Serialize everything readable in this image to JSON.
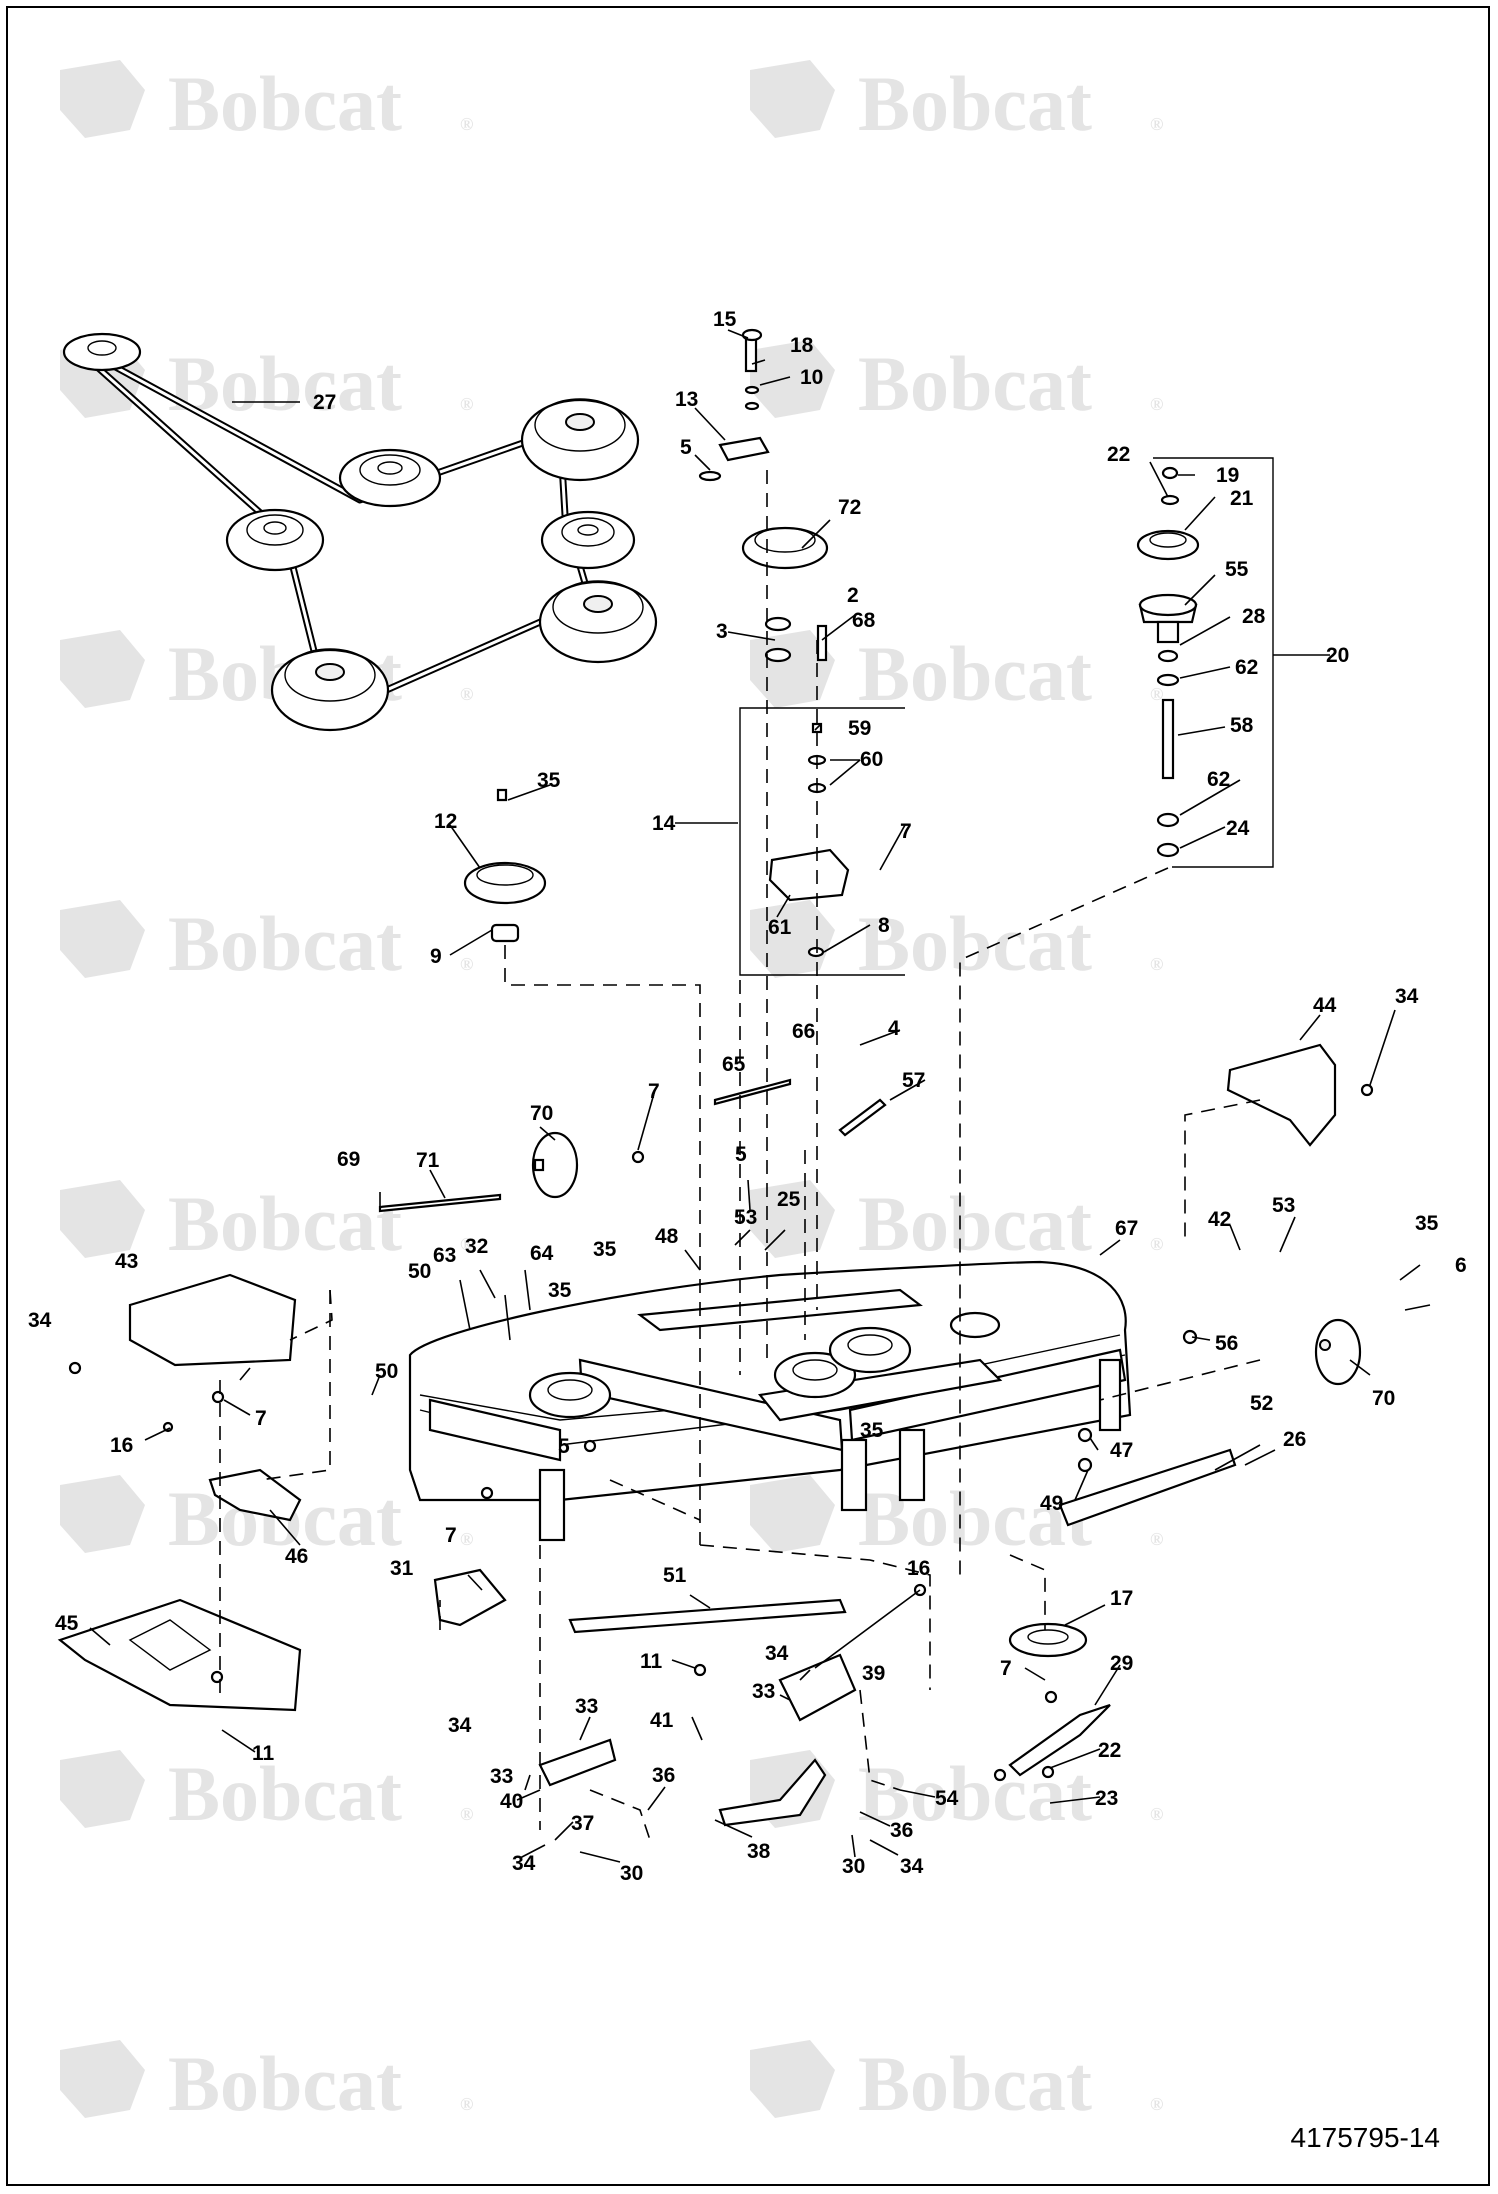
{
  "brand": {
    "watermark": "Bobcat",
    "reg_mark": "®"
  },
  "document_number": "4175795-14",
  "callouts": [
    {
      "id": "c27",
      "text": "27"
    },
    {
      "id": "c15",
      "text": "15"
    },
    {
      "id": "c18",
      "text": "18"
    },
    {
      "id": "c10",
      "text": "10"
    },
    {
      "id": "c13",
      "text": "13"
    },
    {
      "id": "c5a",
      "text": "5"
    },
    {
      "id": "c72",
      "text": "72"
    },
    {
      "id": "c2",
      "text": "2"
    },
    {
      "id": "c3",
      "text": "3"
    },
    {
      "id": "c68",
      "text": "68"
    },
    {
      "id": "c59",
      "text": "59"
    },
    {
      "id": "c60",
      "text": "60"
    },
    {
      "id": "c14",
      "text": "14"
    },
    {
      "id": "c7a",
      "text": "7"
    },
    {
      "id": "c61",
      "text": "61"
    },
    {
      "id": "c8",
      "text": "8"
    },
    {
      "id": "c22a",
      "text": "22"
    },
    {
      "id": "c19",
      "text": "19"
    },
    {
      "id": "c21",
      "text": "21"
    },
    {
      "id": "c55",
      "text": "55"
    },
    {
      "id": "c28",
      "text": "28"
    },
    {
      "id": "c20",
      "text": "20"
    },
    {
      "id": "c62a",
      "text": "62"
    },
    {
      "id": "c58",
      "text": "58"
    },
    {
      "id": "c62b",
      "text": "62"
    },
    {
      "id": "c24",
      "text": "24"
    },
    {
      "id": "c35a",
      "text": "35"
    },
    {
      "id": "c12",
      "text": "12"
    },
    {
      "id": "c9",
      "text": "9"
    },
    {
      "id": "c4",
      "text": "4"
    },
    {
      "id": "c66",
      "text": "66"
    },
    {
      "id": "c65",
      "text": "65"
    },
    {
      "id": "c57",
      "text": "57"
    },
    {
      "id": "c44",
      "text": "44"
    },
    {
      "id": "c34a",
      "text": "34"
    },
    {
      "id": "c70a",
      "text": "70"
    },
    {
      "id": "c7b",
      "text": "7"
    },
    {
      "id": "c69",
      "text": "69"
    },
    {
      "id": "c71",
      "text": "71"
    },
    {
      "id": "c5b",
      "text": "5"
    },
    {
      "id": "c53a",
      "text": "53"
    },
    {
      "id": "c25",
      "text": "25"
    },
    {
      "id": "c48",
      "text": "48"
    },
    {
      "id": "c67",
      "text": "67"
    },
    {
      "id": "c42",
      "text": "42"
    },
    {
      "id": "c53b",
      "text": "53"
    },
    {
      "id": "c35b",
      "text": "35"
    },
    {
      "id": "c6",
      "text": "6"
    },
    {
      "id": "c43",
      "text": "43"
    },
    {
      "id": "c32",
      "text": "32"
    },
    {
      "id": "c63",
      "text": "63"
    },
    {
      "id": "c64",
      "text": "64"
    },
    {
      "id": "c35c",
      "text": "35"
    },
    {
      "id": "c50a",
      "text": "50"
    },
    {
      "id": "c35d",
      "text": "35"
    },
    {
      "id": "c34b",
      "text": "34"
    },
    {
      "id": "c56",
      "text": "56"
    },
    {
      "id": "c70b",
      "text": "70"
    },
    {
      "id": "c50b",
      "text": "50"
    },
    {
      "id": "c7c",
      "text": "7"
    },
    {
      "id": "c16a",
      "text": "16"
    },
    {
      "id": "c5c",
      "text": "5"
    },
    {
      "id": "c35e",
      "text": "35"
    },
    {
      "id": "c52",
      "text": "52"
    },
    {
      "id": "c47",
      "text": "47"
    },
    {
      "id": "c26",
      "text": "26"
    },
    {
      "id": "c7d",
      "text": "7"
    },
    {
      "id": "c46",
      "text": "46"
    },
    {
      "id": "c49",
      "text": "49"
    },
    {
      "id": "c31",
      "text": "31"
    },
    {
      "id": "c51",
      "text": "51"
    },
    {
      "id": "c16b",
      "text": "16"
    },
    {
      "id": "c17",
      "text": "17"
    },
    {
      "id": "c45",
      "text": "45"
    },
    {
      "id": "c11a",
      "text": "11"
    },
    {
      "id": "c34c",
      "text": "34"
    },
    {
      "id": "c39",
      "text": "39"
    },
    {
      "id": "c7e",
      "text": "7"
    },
    {
      "id": "c29",
      "text": "29"
    },
    {
      "id": "c33a",
      "text": "33"
    },
    {
      "id": "c41",
      "text": "41"
    },
    {
      "id": "c33b",
      "text": "33"
    },
    {
      "id": "c34d",
      "text": "34"
    },
    {
      "id": "c11b",
      "text": "11"
    },
    {
      "id": "c33c",
      "text": "33"
    },
    {
      "id": "c36a",
      "text": "36"
    },
    {
      "id": "c40",
      "text": "40"
    },
    {
      "id": "c22b",
      "text": "22"
    },
    {
      "id": "c54",
      "text": "54"
    },
    {
      "id": "c37",
      "text": "37"
    },
    {
      "id": "c23",
      "text": "23"
    },
    {
      "id": "c34e",
      "text": "34"
    },
    {
      "id": "c30a",
      "text": "30"
    },
    {
      "id": "c38",
      "text": "38"
    },
    {
      "id": "c36b",
      "text": "36"
    },
    {
      "id": "c30b",
      "text": "30"
    },
    {
      "id": "c34f",
      "text": "34"
    }
  ]
}
